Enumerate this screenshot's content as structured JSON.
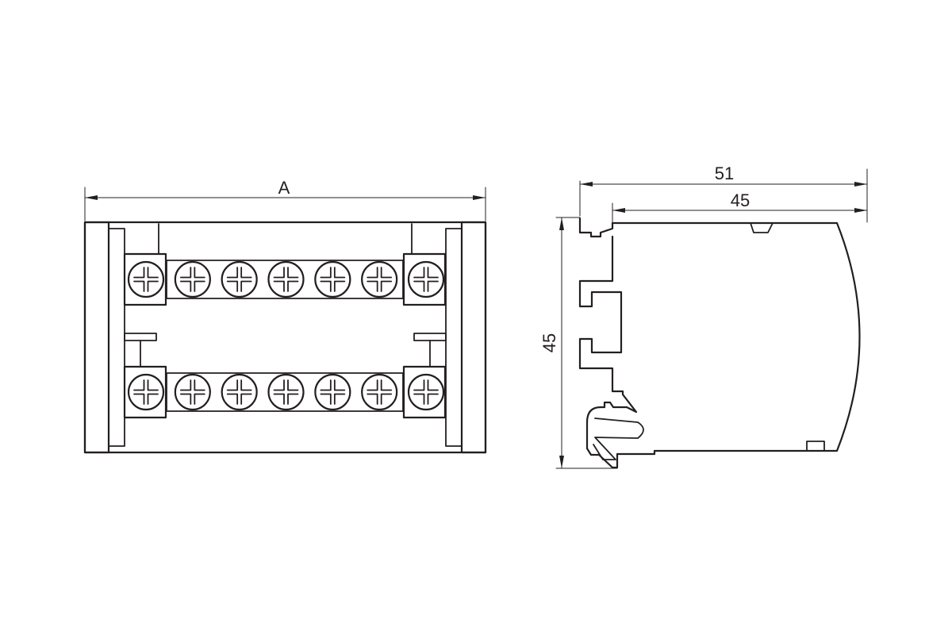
{
  "front_view": {
    "width_label": "A",
    "rows": [
      {
        "terminal_count": 7
      },
      {
        "terminal_count": 7
      }
    ]
  },
  "side_view": {
    "overall_depth_label": "51",
    "housing_depth_label": "45",
    "height_label": "45"
  },
  "colors": {
    "line": "#231f20",
    "background": "#ffffff"
  }
}
